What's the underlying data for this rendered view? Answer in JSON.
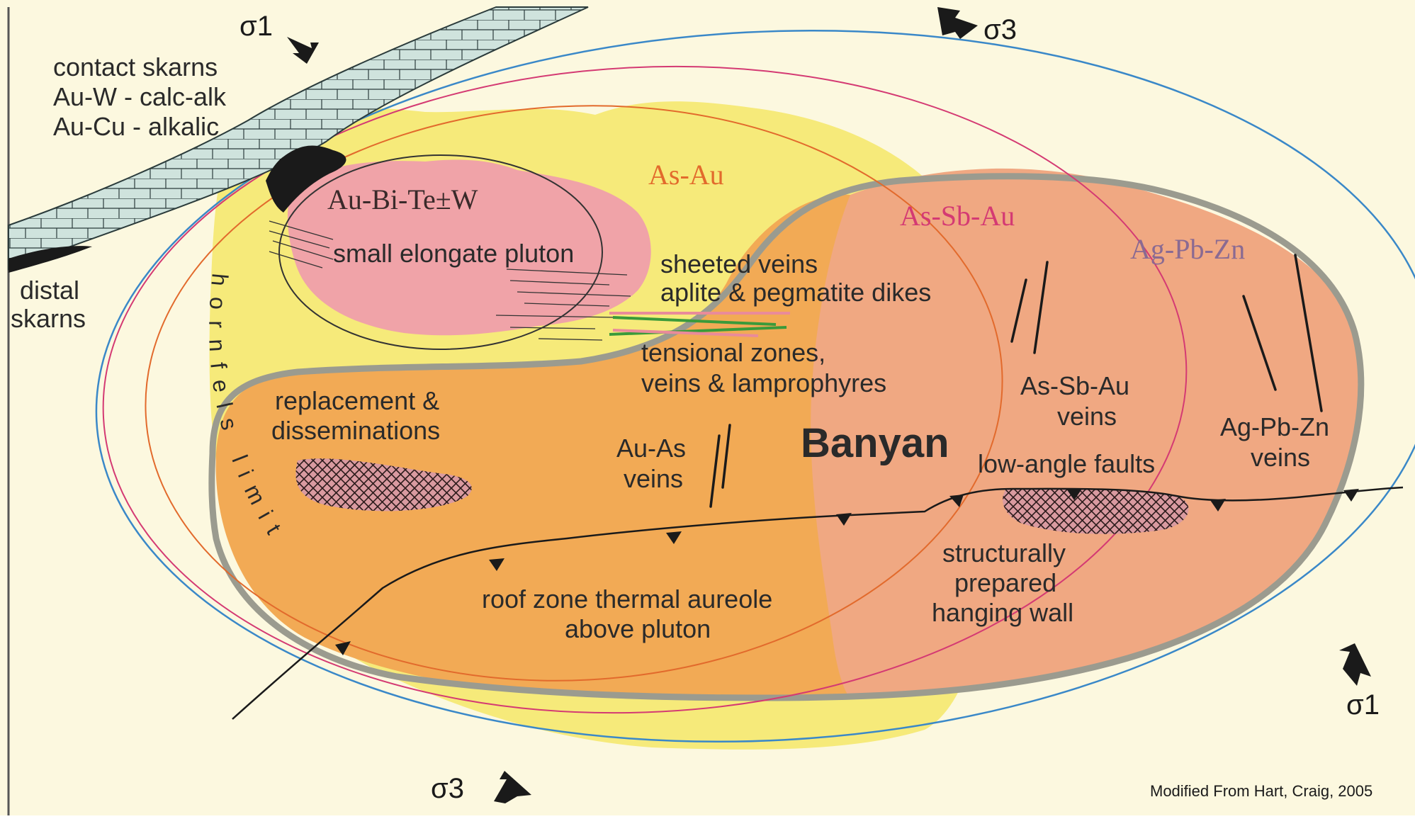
{
  "stress_labels": {
    "sigma1_top": "σ1",
    "sigma3_top": "σ3",
    "sigma1_bottom": "σ1",
    "sigma3_bottom": "σ3"
  },
  "zone_labels": {
    "as_au": "As-Au",
    "as_sb_au": "As-Sb-Au",
    "ag_pb_zn": "Ag-Pb-Zn",
    "au_bi_te_w": "Au-Bi-Te±W"
  },
  "labels": {
    "contact_skarns_1": "contact skarns",
    "contact_skarns_2": "Au-W - calc-alk",
    "contact_skarns_3": "Au-Cu - alkalic",
    "distal_skarns_1": "distal",
    "distal_skarns_2": "skarns",
    "pluton": "small elongate pluton",
    "sheeted_1": "sheeted veins",
    "sheeted_2": "aplite & pegmatite dikes",
    "tensional_1": "tensional zones,",
    "tensional_2": "veins & lamprophyres",
    "replacement_1": "replacement &",
    "replacement_2": "disseminations",
    "au_as_1": "Au-As",
    "au_as_2": "veins",
    "banyan": "Banyan",
    "as_sb_au_veins_1": "As-Sb-Au",
    "as_sb_au_veins_2": "veins",
    "ag_pb_zn_veins_1": "Ag-Pb-Zn",
    "ag_pb_zn_veins_2": "veins",
    "low_angle": "low-angle faults",
    "structurally_1": "structurally",
    "structurally_2": "prepared",
    "structurally_3": "hanging wall",
    "roof_1": "roof zone thermal aureole",
    "roof_2": "above pluton",
    "hornfels": "hornfels limit",
    "credit": "Modified From Hart, Craig, 2005"
  },
  "colors": {
    "background": "#fcf8df",
    "yellow_zone": "#f6ea7a",
    "orange_zone": "#f2aa55",
    "salmon_zone": "#f0a882",
    "pluton": "#f0a3a8",
    "limestone": "#cfe3dd",
    "as_au_color": "#e26a2c",
    "as_sb_au_color": "#d43a73",
    "ag_pb_zn_color": "#8a6a92",
    "blue_ellipse": "#3a88c8",
    "banyan_outline": "#9b9b8f"
  }
}
